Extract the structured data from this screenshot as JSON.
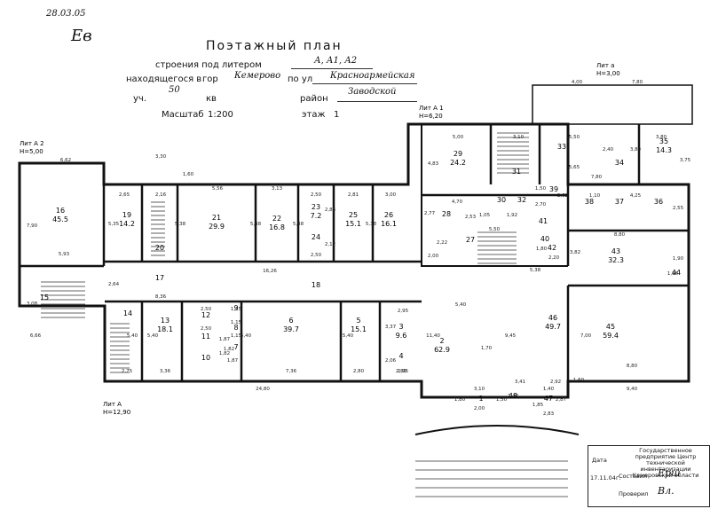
{
  "header": {
    "corner_note": "28.03.05",
    "corner_initials": "Ев",
    "title": "Поэтажный план",
    "line1_prefix": "строения под литером",
    "line1_value": "А, А1, А2",
    "line2_prefix": "находящегося в",
    "line2_city_label": "гор",
    "line2_city": "Кемерово",
    "line2_street_label": "по ул",
    "line2_street": "Красноармейская",
    "line3_house_label": "уч.",
    "line3_house": "50",
    "line3_flat_label": "кв",
    "line3_district_label": "район",
    "line3_district": "Заводской",
    "scale_label": "Масштаб",
    "scale_value": "1:200",
    "floor_label": "этаж",
    "floor_value": "1"
  },
  "liters": [
    {
      "name": "Лит А 2",
      "height": "Н=5,00"
    },
    {
      "name": "Лит А 1",
      "height": "Н=6,20"
    },
    {
      "name": "Лит а",
      "height": "Н=3,00"
    },
    {
      "name": "Лит А",
      "height": "Н=12,90"
    }
  ],
  "rooms": [
    {
      "no": "16",
      "area": "45.5"
    },
    {
      "no": "19",
      "area": "14.2"
    },
    {
      "no": "20",
      "area": ""
    },
    {
      "no": "21",
      "area": "29.9"
    },
    {
      "no": "22",
      "area": "16.8"
    },
    {
      "no": "23",
      "area": "7.2"
    },
    {
      "no": "24",
      "area": ""
    },
    {
      "no": "25",
      "area": "15.1"
    },
    {
      "no": "26",
      "area": "16.1"
    },
    {
      "no": "29",
      "area": "24.2"
    },
    {
      "no": "33",
      "area": ""
    },
    {
      "no": "34",
      "area": ""
    },
    {
      "no": "35",
      "area": "14.3"
    },
    {
      "no": "31",
      "area": ""
    },
    {
      "no": "28",
      "area": ""
    },
    {
      "no": "30",
      "area": ""
    },
    {
      "no": "32",
      "area": ""
    },
    {
      "no": "39",
      "area": ""
    },
    {
      "no": "38",
      "area": ""
    },
    {
      "no": "37",
      "area": ""
    },
    {
      "no": "36",
      "area": ""
    },
    {
      "no": "27",
      "area": ""
    },
    {
      "no": "41",
      "area": ""
    },
    {
      "no": "40",
      "area": ""
    },
    {
      "no": "42",
      "area": ""
    },
    {
      "no": "43",
      "area": "32.3"
    },
    {
      "no": "44",
      "area": ""
    },
    {
      "no": "15",
      "area": ""
    },
    {
      "no": "17",
      "area": ""
    },
    {
      "no": "18",
      "area": ""
    },
    {
      "no": "14",
      "area": ""
    },
    {
      "no": "13",
      "area": "18.1"
    },
    {
      "no": "12",
      "area": ""
    },
    {
      "no": "11",
      "area": ""
    },
    {
      "no": "10",
      "area": ""
    },
    {
      "no": "9",
      "area": ""
    },
    {
      "no": "8",
      "area": ""
    },
    {
      "no": "7",
      "area": ""
    },
    {
      "no": "6",
      "area": "39.7"
    },
    {
      "no": "5",
      "area": "15.1"
    },
    {
      "no": "3",
      "area": "9.6"
    },
    {
      "no": "4",
      "area": ""
    },
    {
      "no": "2",
      "area": "62.9"
    },
    {
      "no": "46",
      "area": "49.7"
    },
    {
      "no": "45",
      "area": "59.4"
    },
    {
      "no": "1",
      "area": ""
    },
    {
      "no": "48",
      "area": ""
    },
    {
      "no": "47",
      "area": ""
    }
  ],
  "dimensions": [
    "6,62",
    "3,30",
    "1,60",
    "2,65",
    "2,16",
    "5,56",
    "3,13",
    "2,50",
    "2,81",
    "3,00",
    "7,90",
    "5,35",
    "5,38",
    "5,38",
    "2,86",
    "5,38",
    "5,38",
    "5,93",
    "2,12",
    "2,50",
    "16,26",
    "3,08",
    "2,64",
    "8,36",
    "6,66",
    "5,00",
    "4,83",
    "3,10",
    "5,50",
    "3,80",
    "2,40",
    "3,80",
    "3,75",
    "5,65",
    "7,80",
    "4,00",
    "7,80",
    "4,70",
    "2,77",
    "2,53",
    "1,05",
    "1,92",
    "1,50",
    "2,70",
    "2,62",
    "1,10",
    "4,25",
    "2,55",
    "8,80",
    "3,82",
    "1,90",
    "1,16",
    "5,38",
    "2,00",
    "2,22",
    "5,50",
    "1,80",
    "2,20",
    "5,40",
    "11,40",
    "9,45",
    "7,00",
    "1,70",
    "5,40",
    "5,40",
    "5,40",
    "5,40",
    "3,37",
    "2,06",
    "2,95",
    "2,95",
    "2,75",
    "3,36",
    "2,50",
    "2,50",
    "1,15",
    "1,15",
    "1,15",
    "1,87",
    "1,82",
    "1,82",
    "1,87",
    "7,36",
    "2,80",
    "2,85",
    "24,80",
    "8,80",
    "9,40",
    "3,10",
    "2,42",
    "3,41",
    "2,00",
    "1,50",
    "1,80",
    "2,83",
    "2,87",
    "2,92",
    "1,85",
    "1,40",
    "1,60"
  ],
  "stamp": {
    "date_label": "Дата",
    "date": "17.11.04г.",
    "org": "Государственное предприятие Центр технической инвентаризации Кемеровской области",
    "made_label": "Составил",
    "checked_label": "Проверил",
    "made_sig": "Ерш",
    "checked_sig": "Вл."
  }
}
